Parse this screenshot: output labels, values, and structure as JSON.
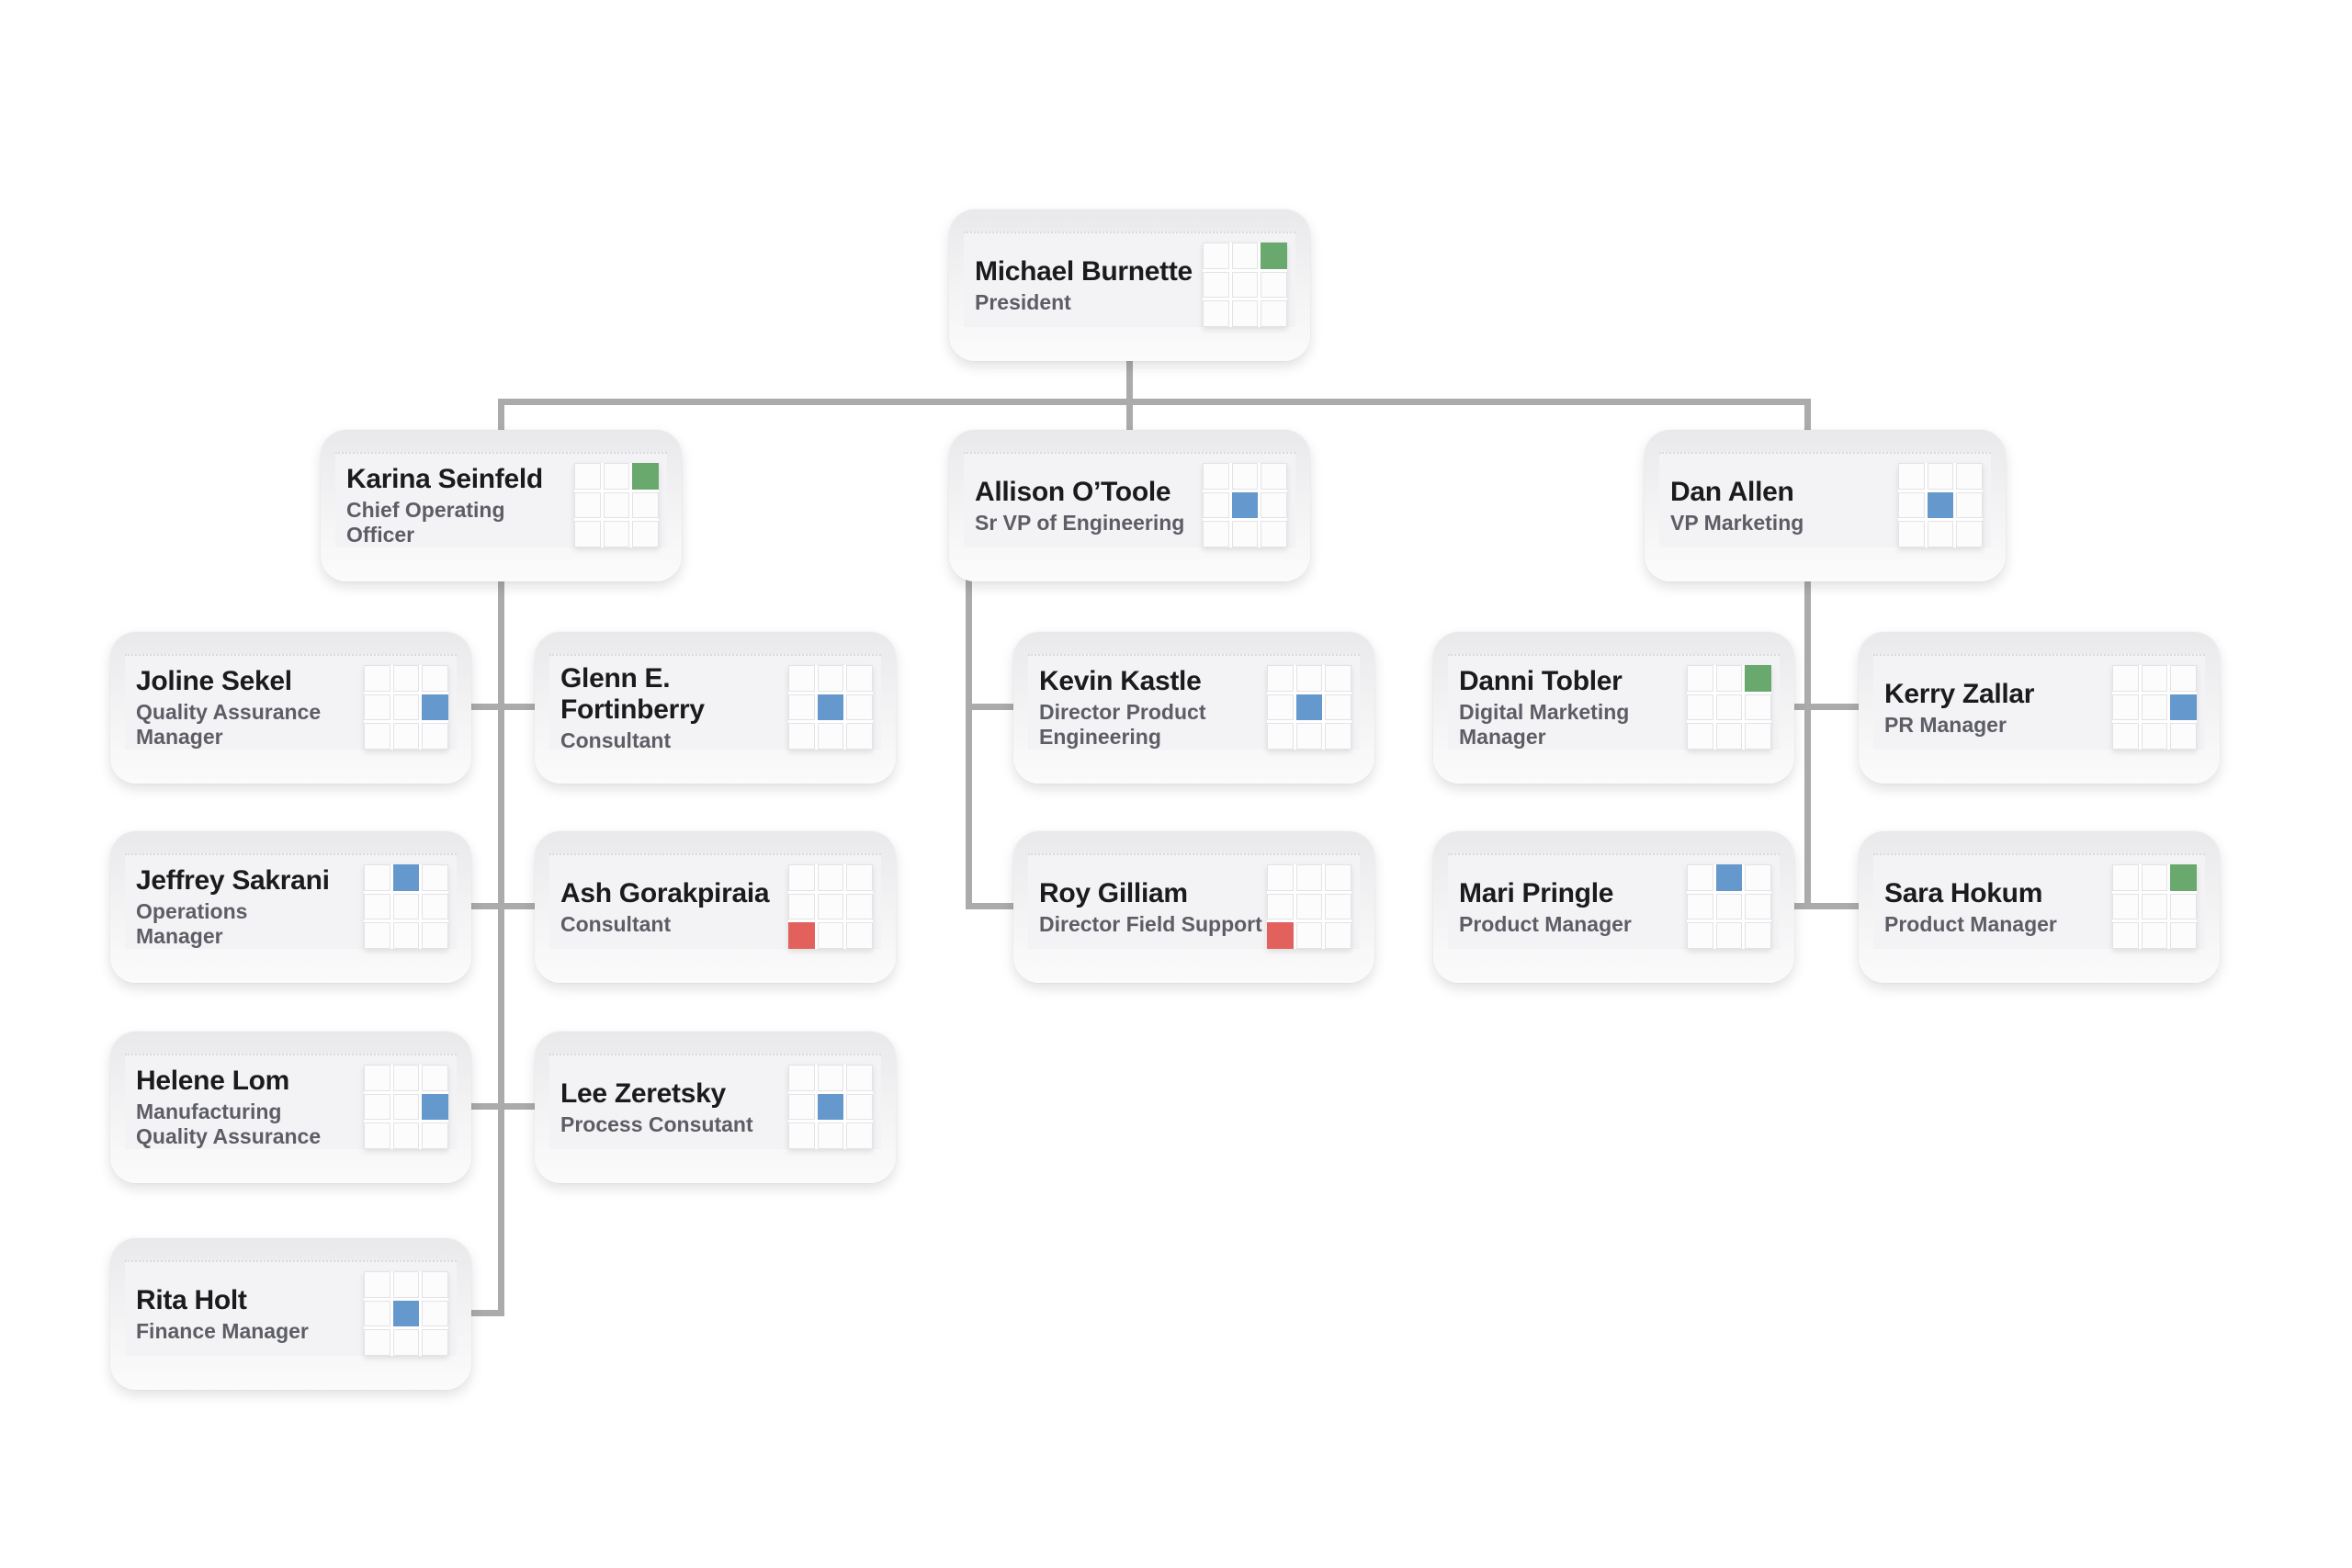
{
  "chart_type": "org-chart",
  "connector_color": "#ABABAB",
  "palette": {
    "green": "#6AA96E",
    "blue": "#6598CD",
    "red": "#E2615D"
  },
  "cards": [
    {
      "name": "Michael Burnette",
      "title": "President",
      "reports_to": null,
      "highlight": {
        "row": 1,
        "col": 3,
        "color_name": "green",
        "color": "#6AA96E"
      }
    },
    {
      "name": "Karina Seinfeld",
      "title": "Chief Operating\nOfficer",
      "reports_to": "Michael Burnette",
      "highlight": {
        "row": 1,
        "col": 3,
        "color_name": "green",
        "color": "#6AA96E"
      }
    },
    {
      "name": "Allison O’Toole",
      "title": "Sr VP of Engineering",
      "reports_to": "Michael Burnette",
      "highlight": {
        "row": 2,
        "col": 2,
        "color_name": "blue",
        "color": "#6598CD"
      }
    },
    {
      "name": "Dan Allen",
      "title": "VP Marketing",
      "reports_to": "Michael Burnette",
      "highlight": {
        "row": 2,
        "col": 2,
        "color_name": "blue",
        "color": "#6598CD"
      }
    },
    {
      "name": "Joline Sekel",
      "title": "Quality Assurance\nManager",
      "reports_to": "Karina Seinfeld",
      "highlight": {
        "row": 2,
        "col": 3,
        "color_name": "blue",
        "color": "#6598CD"
      }
    },
    {
      "name": "Glenn E.\nFortinberry",
      "title": "Consultant",
      "reports_to": "Karina Seinfeld",
      "highlight": {
        "row": 2,
        "col": 2,
        "color_name": "blue",
        "color": "#6598CD"
      }
    },
    {
      "name": "Kevin Kastle",
      "title": "Director Product\nEngineering",
      "reports_to": "Allison O’Toole",
      "highlight": {
        "row": 2,
        "col": 2,
        "color_name": "blue",
        "color": "#6598CD"
      }
    },
    {
      "name": "Danni Tobler",
      "title": "Digital Marketing\nManager",
      "reports_to": "Dan Allen",
      "highlight": {
        "row": 1,
        "col": 3,
        "color_name": "green",
        "color": "#6AA96E"
      }
    },
    {
      "name": "Kerry Zallar",
      "title": "PR Manager",
      "reports_to": "Dan Allen",
      "highlight": {
        "row": 2,
        "col": 3,
        "color_name": "blue",
        "color": "#6598CD"
      }
    },
    {
      "name": "Jeffrey Sakrani",
      "title": "Operations\nManager",
      "reports_to": "Karina Seinfeld",
      "highlight": {
        "row": 1,
        "col": 2,
        "color_name": "blue",
        "color": "#6598CD"
      }
    },
    {
      "name": "Ash Gorakpiraia",
      "title": "Consultant",
      "reports_to": "Karina Seinfeld",
      "highlight": {
        "row": 3,
        "col": 1,
        "color_name": "red",
        "color": "#E2615D"
      }
    },
    {
      "name": "Roy Gilliam",
      "title": "Director Field Support",
      "reports_to": "Allison O’Toole",
      "highlight": {
        "row": 3,
        "col": 1,
        "color_name": "red",
        "color": "#E2615D"
      }
    },
    {
      "name": "Mari Pringle",
      "title": "Product Manager",
      "reports_to": "Dan Allen",
      "highlight": {
        "row": 1,
        "col": 2,
        "color_name": "blue",
        "color": "#6598CD"
      }
    },
    {
      "name": "Sara Hokum",
      "title": "Product Manager",
      "reports_to": "Dan Allen",
      "highlight": {
        "row": 1,
        "col": 3,
        "color_name": "green",
        "color": "#6AA96E"
      }
    },
    {
      "name": "Helene Lom",
      "title": "Manufacturing\nQuality Assurance",
      "reports_to": "Karina Seinfeld",
      "highlight": {
        "row": 2,
        "col": 3,
        "color_name": "blue",
        "color": "#6598CD"
      }
    },
    {
      "name": "Lee Zeretsky",
      "title": "Process Consutant",
      "reports_to": "Karina Seinfeld",
      "highlight": {
        "row": 2,
        "col": 2,
        "color_name": "blue",
        "color": "#6598CD"
      }
    },
    {
      "name": "Rita Holt",
      "title": "Finance Manager",
      "reports_to": "Karina Seinfeld",
      "highlight": {
        "row": 2,
        "col": 2,
        "color_name": "blue",
        "color": "#6598CD"
      }
    }
  ]
}
